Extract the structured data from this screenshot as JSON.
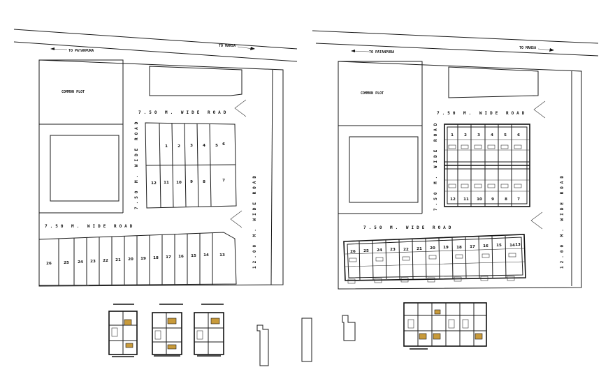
{
  "left_plan": {
    "to_left": "TO PATANPURA",
    "to_right": "TO MANSA",
    "common_plot": "COMMON PLOT",
    "road_top": "7.50 M. WIDE ROAD",
    "road_mid": "7.50 M. WIDE ROAD",
    "road_left_vertical": "7.50 M. WIDE ROAD",
    "road_right_vertical": "12.00 M. WIDE ROAD",
    "block_top_row": [
      "1",
      "2",
      "3",
      "4",
      "5",
      "6"
    ],
    "block_bottom_row": [
      "12",
      "11",
      "10",
      "9",
      "8",
      "7"
    ],
    "south_row": [
      "26",
      "25",
      "24",
      "23",
      "22",
      "21",
      "20",
      "19",
      "18",
      "17",
      "16",
      "15",
      "14",
      "13"
    ]
  },
  "right_plan": {
    "to_left": "TO PATANPURA",
    "to_right": "TO MANSA",
    "common_plot": "COMMON PLOT",
    "road_top": "7.50 M. WIDE ROAD",
    "road_mid": "7.50 M. WIDE ROAD",
    "road_left_vertical": "7.50 M. WIDE ROAD",
    "road_right_vertical": "12.00 M. WIDE ROAD",
    "block_top_row": [
      "1",
      "2",
      "3",
      "4",
      "5",
      "6"
    ],
    "block_bottom_row": [
      "12",
      "11",
      "10",
      "9",
      "8",
      "7"
    ],
    "south_row": [
      "26",
      "25",
      "24",
      "23",
      "22",
      "21",
      "20",
      "19",
      "18",
      "17",
      "16",
      "15",
      "14",
      "13"
    ]
  }
}
